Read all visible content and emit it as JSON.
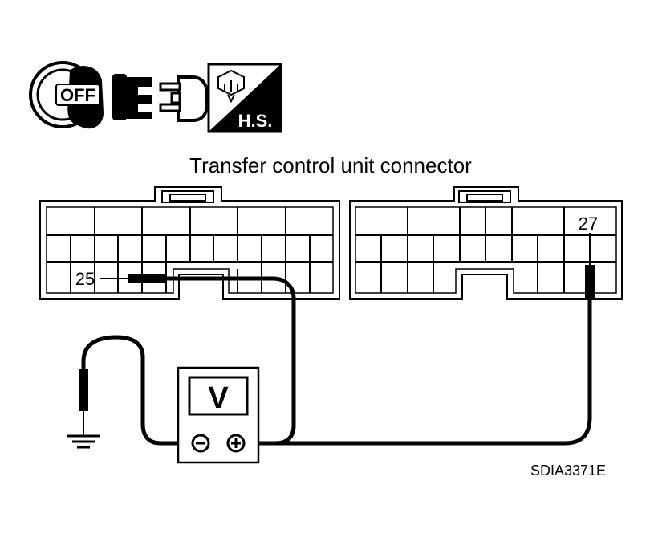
{
  "icons": {
    "ignition_key_label": "OFF",
    "harness_disconnect": "connector-disconnect",
    "harness_connector_label": "H.S."
  },
  "connector_title": "Transfer control unit connector",
  "terminals": {
    "left_terminal": "25",
    "right_terminal": "27"
  },
  "meter": {
    "display": "V",
    "negative_symbol": "⊖",
    "positive_symbol": "⊕"
  },
  "ground_symbol": "ground",
  "figure_code": "SDIA3371E",
  "colors": {
    "line": "#000000",
    "background": "#ffffff"
  }
}
